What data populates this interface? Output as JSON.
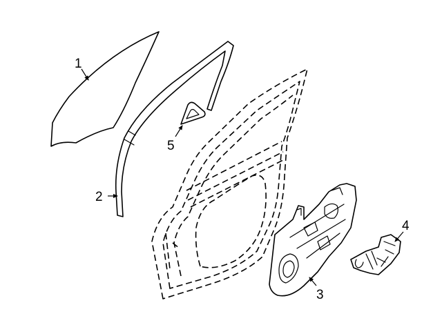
{
  "callouts": {
    "glass": "1",
    "run_channel": "2",
    "window_regulator": "3",
    "motor": "4",
    "corner_trim": "5"
  }
}
